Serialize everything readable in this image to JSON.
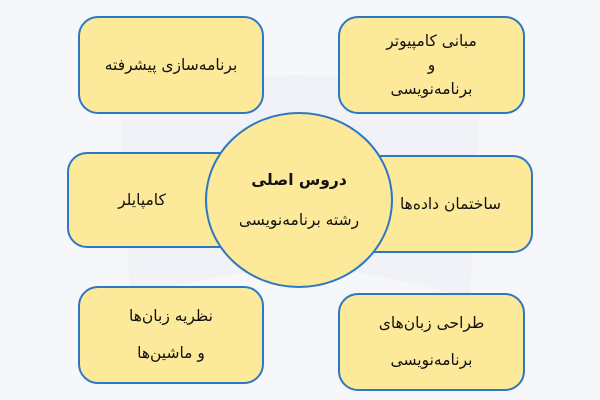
{
  "diagram": {
    "center": {
      "title": "دروس اصلی",
      "subtitle": "رشته برنامه‌نویسی"
    },
    "nodes": [
      {
        "position": "top-left",
        "lines": [
          "برنامه‌سازی پیشرفته"
        ]
      },
      {
        "position": "top-right",
        "lines": [
          "مبانی کامپیوتر",
          "و",
          "برنامه‌نویسی"
        ]
      },
      {
        "position": "middle-left",
        "lines": [
          "کامپایلر"
        ]
      },
      {
        "position": "middle-right",
        "lines": [
          "ساختمان داده‌ها"
        ]
      },
      {
        "position": "bottom-left",
        "lines": [
          "نظریه زبان‌ها",
          "و ماشین‌ها"
        ]
      },
      {
        "position": "bottom-right",
        "lines": [
          "طراحی زبان‌های",
          "برنامه‌نویسی"
        ]
      }
    ]
  },
  "colors": {
    "background": "#f6f7fa",
    "box_fill": "#fde99a",
    "border": "#2d78c2",
    "text": "#111111"
  }
}
